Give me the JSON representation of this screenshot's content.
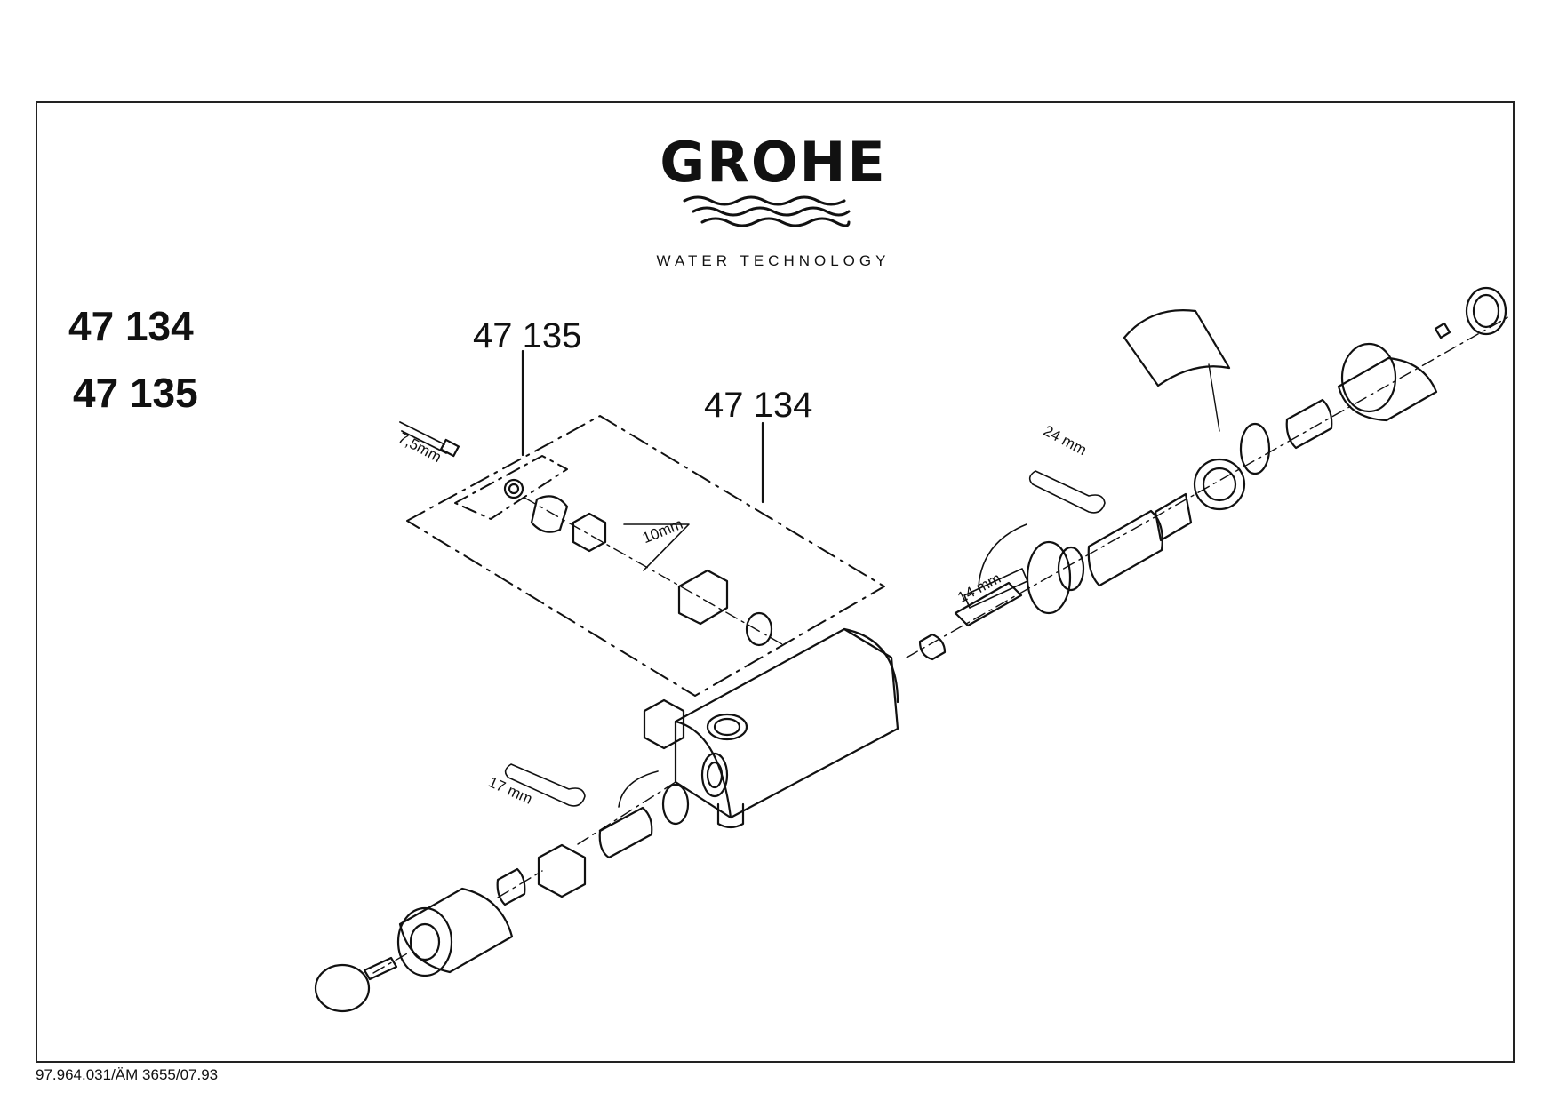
{
  "brand": {
    "name": "GROHE",
    "tagline": "WATER TECHNOLOGY"
  },
  "models": [
    "47 134",
    "47 135"
  ],
  "callouts": {
    "group_small": "47 135",
    "group_large": "47 134"
  },
  "dimensions": {
    "hex_key_small": "7,5mm",
    "hex_key_large": "10mm",
    "wrench_24": "24 mm",
    "wrench_14": "14 mm",
    "wrench_17": "17 mm"
  },
  "footer": "97.964.031/ÄM 3655/07.93",
  "colors": {
    "line": "#111111",
    "background": "#ffffff"
  }
}
